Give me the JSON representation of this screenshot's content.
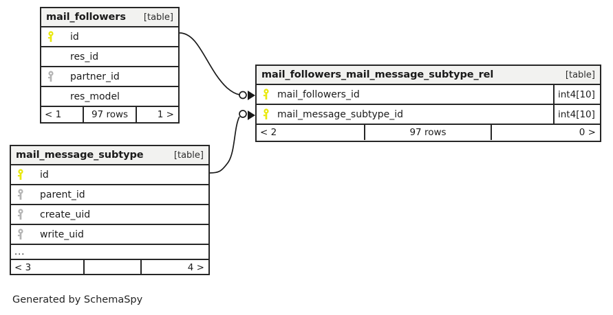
{
  "diagram": {
    "caption": "Generated by SchemaSpy",
    "table_tag": "[table]",
    "colors": {
      "primary_key": "#e9e90d",
      "foreign_key": "#b4b4b4",
      "border": "#262626",
      "header_background": "#f2f2f0",
      "canvas_background": "#ffffff",
      "text": "#1a1a1a"
    },
    "icons": {
      "primary_key_icon": "key-icon-yellow",
      "foreign_key_icon": "key-icon-grey"
    }
  },
  "tables": [
    {
      "id": "mail_followers",
      "name": "mail_followers",
      "tag": "[table]",
      "columns": [
        {
          "name": "id",
          "key": "primary",
          "type": ""
        },
        {
          "name": "res_id",
          "key": "none",
          "type": ""
        },
        {
          "name": "partner_id",
          "key": "foreign",
          "type": ""
        },
        {
          "name": "res_model",
          "key": "none",
          "type": ""
        }
      ],
      "footer": {
        "prev": "< 1",
        "middle": "97 rows",
        "next": "1 >"
      }
    },
    {
      "id": "mail_followers_mail_message_subtype_rel",
      "name": "mail_followers_mail_message_subtype_rel",
      "tag": "[table]",
      "columns": [
        {
          "name": "mail_followers_id",
          "key": "primary",
          "type": "int4[10]"
        },
        {
          "name": "mail_message_subtype_id",
          "key": "primary",
          "type": "int4[10]"
        }
      ],
      "footer": {
        "prev": "< 2",
        "middle": "97 rows",
        "next": "0 >"
      }
    },
    {
      "id": "mail_message_subtype",
      "name": "mail_message_subtype",
      "tag": "[table]",
      "columns": [
        {
          "name": "id",
          "key": "primary",
          "type": ""
        },
        {
          "name": "parent_id",
          "key": "foreign",
          "type": ""
        },
        {
          "name": "create_uid",
          "key": "foreign",
          "type": ""
        },
        {
          "name": "write_uid",
          "key": "foreign",
          "type": ""
        }
      ],
      "more_indicator": "...",
      "footer": {
        "prev": "< 3",
        "middle": "",
        "next": "4 >"
      }
    }
  ],
  "relationships": [
    {
      "id": "rel-followers-to-rel-table",
      "from_table": "mail_followers",
      "from_column": "id",
      "to_table": "mail_followers_mail_message_subtype_rel",
      "to_column": "mail_followers_id",
      "from_cardinality": "one",
      "to_cardinality": "many"
    },
    {
      "id": "rel-subtype-to-rel-table",
      "from_table": "mail_message_subtype",
      "from_column": "id",
      "to_table": "mail_followers_mail_message_subtype_rel",
      "to_column": "mail_message_subtype_id",
      "from_cardinality": "one",
      "to_cardinality": "many"
    }
  ]
}
